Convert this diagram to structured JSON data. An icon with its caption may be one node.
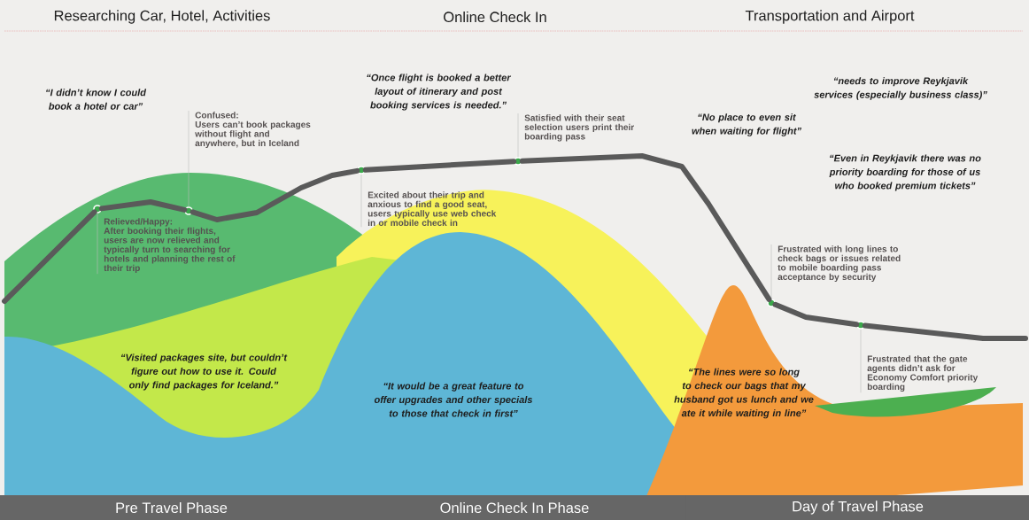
{
  "diagram": {
    "nodes": [
      {
        "text": [
          "Confused:",
          "Users can’t book packages without flight and anywhere, but in Iceland"
        ]
      },
      {
        "text": [
          "Satisfied with their seat selection users print their boarding pass"
        ]
      },
      {
        "text": [
          "Frustrated with long lines to check bags or issues related to mobile boarding pass acceptance by security"
        ]
      },
      {
        "text": [
          "Relieved/Happy:",
          "After booking their flights, users are now relieved and typically turn to searching for hotels and planning the rest of their trip"
        ]
      },
      {
        "text": [
          "Excited about their trip and anxious to find a good seat, users typically use web check in or mobile check in"
        ]
      },
      {
        "text": [
          "Frustrated that the gate agents didn’t ask for Economy Comfort priority boarding"
        ]
      },
      {
        "text": [],
        "shape": "circle"
      },
      {
        "text": [],
        "shape": "circle"
      },
      {
        "text": [],
        "shape": "circle"
      },
      {
        "text": [],
        "shape": "circle"
      },
      {
        "text": [],
        "shape": "circle"
      },
      {
        "text": [],
        "shape": "circle"
      }
    ],
    "edges": [
      {
        "from": 3,
        "to": 6,
        "arrow": "none",
        "color": "#bdbdbd"
      },
      {
        "from": 0,
        "to": 7,
        "arrow": "none",
        "color": "#bdbdbd"
      },
      {
        "from": 4,
        "to": 8,
        "arrow": "none",
        "color": "#bdbdbd"
      },
      {
        "from": 1,
        "to": 9,
        "arrow": "none",
        "color": "#bdbdbd"
      },
      {
        "from": 2,
        "to": 10,
        "arrow": "none",
        "color": "#bdbdbd"
      },
      {
        "from": 5,
        "to": 11,
        "arrow": "none",
        "color": "#bdbdbd"
      },
      {
        "from": null,
        "to": 6,
        "arrow": "none"
      },
      {
        "from": 6,
        "to": 7,
        "arrow": "none"
      },
      {
        "from": 7,
        "to": 8,
        "arrow": "none"
      },
      {
        "from": 8,
        "to": 9,
        "arrow": "none"
      },
      {
        "from": 9,
        "to": 10,
        "arrow": "none"
      },
      {
        "from": 10,
        "to": 11,
        "arrow": "none"
      },
      {
        "from": 11,
        "to": null,
        "arrow": "none"
      }
    ],
    "labels": [
      "Researching Car, Hotel, Activities",
      "Online Check In",
      "Transportation and Airport",
      "“I didn’t know I could book a hotel or car”",
      "“Once flight is booked a better layout of itinerary and post booking services is needed.”",
      "“needs to improve Reykjavik services (especially business class)”",
      "“No place to even sit when waiting for flight”",
      "“Even in Reykjavik there was no priority boarding for those of us who booked premium tickets”",
      "“Visited packages site, but couldn’t figure out how to use it. Could only find packages for Iceland.”",
      "“It would be a great feature to offer upgrades and other specials to those that check in first”",
      "“The lines were so long to check our bags that my husband got us lunch and we ate it while waiting in line”",
      "Pre Travel Phase",
      "Online Check In Phase",
      "Day of Travel Phase"
    ]
  }
}
